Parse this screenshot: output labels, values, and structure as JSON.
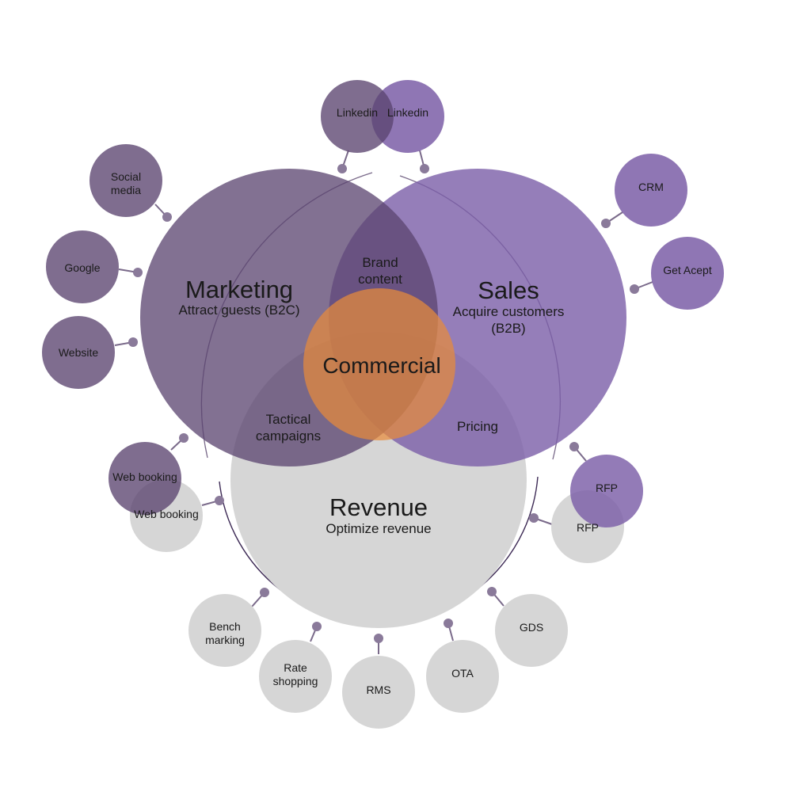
{
  "colors": {
    "marketing": "#5b4470",
    "sales": "#7b5ea7",
    "revenue": "#d6d6d6",
    "commercial": "#e88a3a",
    "connector": "#7a6a8a"
  },
  "marketing": {
    "title": "Marketing",
    "subtitle": "Attract guests (B2C)"
  },
  "sales": {
    "title": "Sales",
    "subtitle_line1": "Acquire customers",
    "subtitle_line2": "(B2B)"
  },
  "revenue": {
    "title": "Revenue",
    "subtitle": "Optimize revenue"
  },
  "overlaps": {
    "brand_line1": "Brand",
    "brand_line2": "content",
    "tactical_line1": "Tactical",
    "tactical_line2": "campaigns",
    "pricing": "Pricing",
    "center": "Commercial"
  },
  "satellites": {
    "linkedin_marketing": "Linkedin",
    "linkedin_sales": "Linkedin",
    "social_line1": "Social",
    "social_line2": "media",
    "google": "Google",
    "website": "Website",
    "webbooking_marketing": "Web booking",
    "webbooking_revenue": "Web booking",
    "crm": "CRM",
    "getacept": "Get Acept",
    "rfp_sales": "RFP",
    "rfp_revenue": "RFP",
    "bench_line1": "Bench",
    "bench_line2": "marking",
    "rate_line1": "Rate",
    "rate_line2": "shopping",
    "rms": "RMS",
    "ota": "OTA",
    "gds": "GDS"
  }
}
